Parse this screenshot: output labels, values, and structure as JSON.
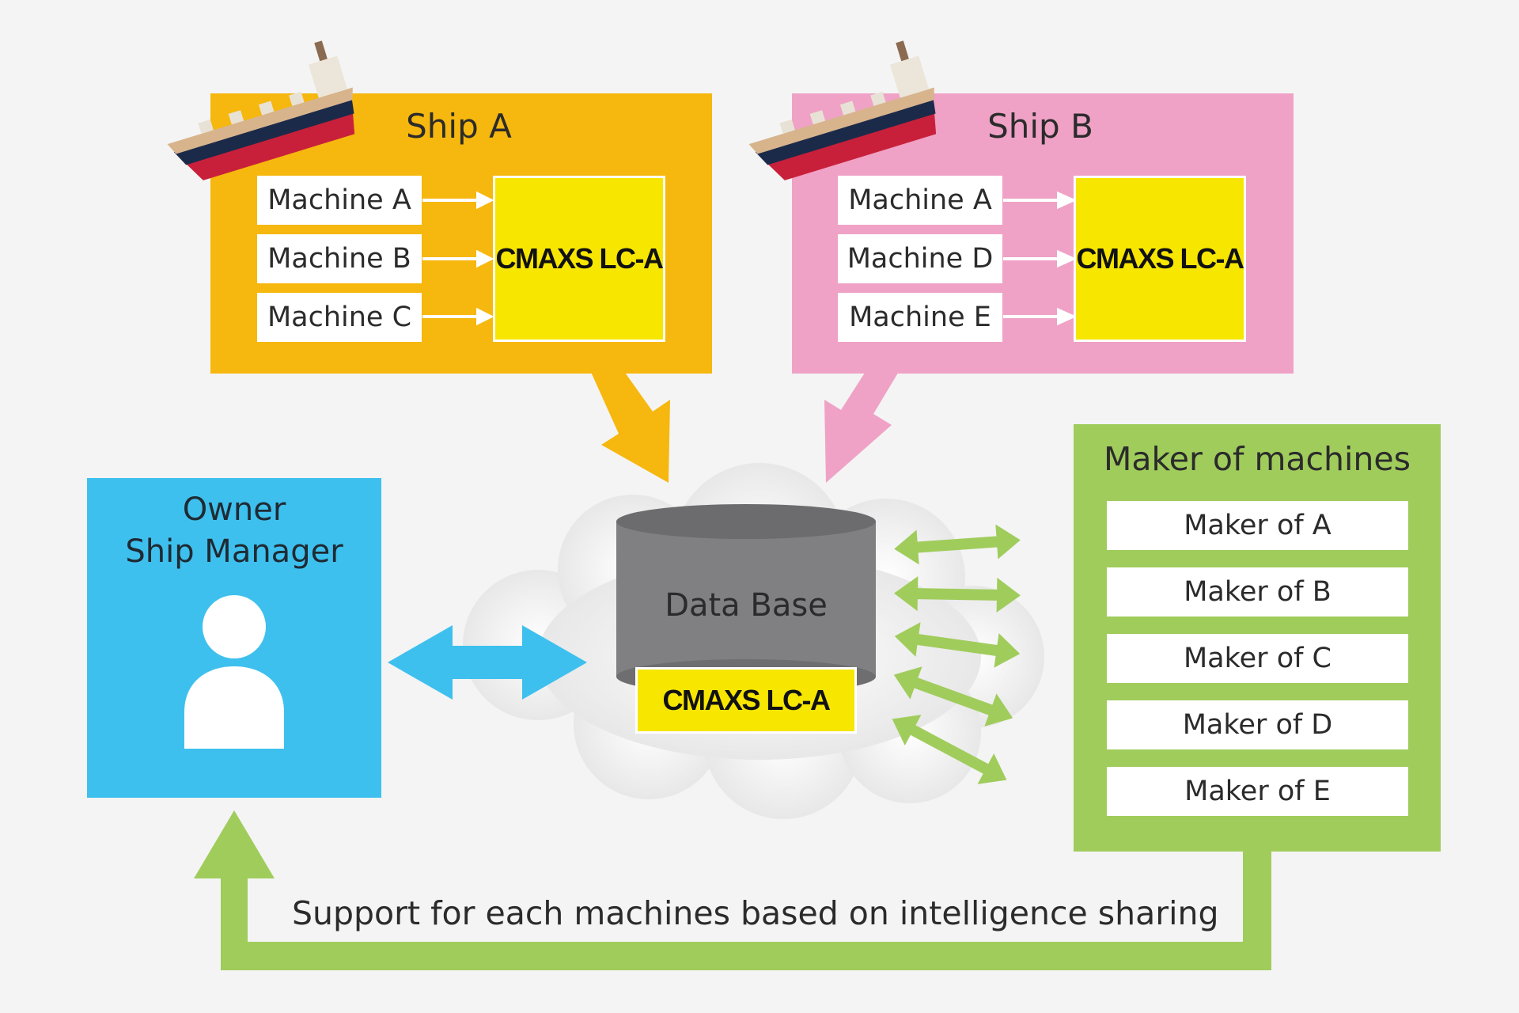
{
  "ships": [
    {
      "title": "Ship A",
      "color": "#f6b70e",
      "machines": [
        "Machine A",
        "Machine B",
        "Machine C"
      ],
      "device": "CMAXS LC-A"
    },
    {
      "title": "Ship B",
      "color": "#efa2c6",
      "machines": [
        "Machine A",
        "Machine D",
        "Machine E"
      ],
      "device": "CMAXS LC-A"
    }
  ],
  "owner": {
    "title_line1": "Owner",
    "title_line2": "Ship Manager",
    "color": "#3ec0ee"
  },
  "database": {
    "label": "Data Base",
    "device": "CMAXS LC-A"
  },
  "makers": {
    "title": "Maker of machines",
    "color": "#a0cc5c",
    "items": [
      "Maker of A",
      "Maker of B",
      "Maker of C",
      "Maker of D",
      "Maker of E"
    ]
  },
  "support_text": "Support for each machines based on intelligence sharing",
  "icons": {
    "ship": "ship-icon",
    "user": "user-icon",
    "database": "database-icon",
    "cloud": "cloud-icon"
  }
}
